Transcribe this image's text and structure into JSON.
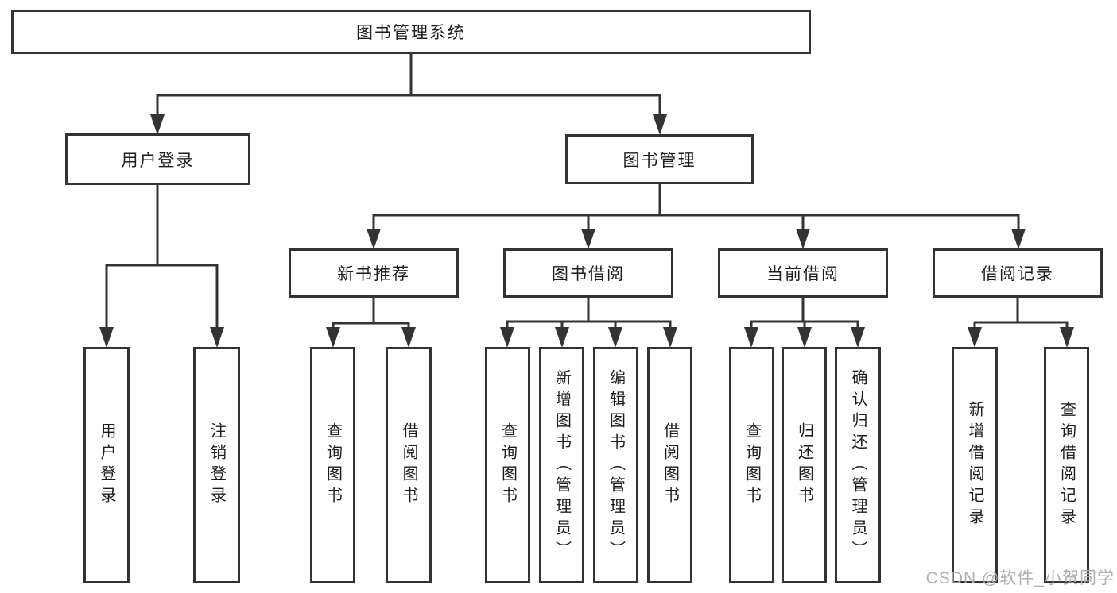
{
  "diagram": {
    "title": "图书管理系统",
    "colors": {
      "line": "#333333",
      "text": "#1d1d1f",
      "watermark": "#acacac"
    },
    "nodes": {
      "root": {
        "label": "图书管理系统"
      },
      "user_login": {
        "label": "用户登录"
      },
      "book_mgmt": {
        "label": "图书管理"
      },
      "new_book_rec": {
        "label": "新书推荐"
      },
      "book_borrow": {
        "label": "图书借阅"
      },
      "current_borrow": {
        "label": "当前借阅"
      },
      "borrow_records": {
        "label": "借阅记录"
      },
      "ul_user_login": {
        "label": "用户登录"
      },
      "ul_logout": {
        "label": "注销登录"
      },
      "nr_query_book": {
        "label": "查询图书"
      },
      "nr_borrow_book": {
        "label": "借阅图书"
      },
      "bb_query_book": {
        "label": "查询图书"
      },
      "bb_add_book": {
        "label": "新增图书（管理员）"
      },
      "bb_edit_book": {
        "label": "编辑图书（管理员）"
      },
      "bb_borrow_book": {
        "label": "借阅图书"
      },
      "cb_query_book": {
        "label": "查询图书"
      },
      "cb_return_book": {
        "label": "归还图书"
      },
      "cb_confirm_return": {
        "label": "确认归还（管理员）"
      },
      "br_add_record": {
        "label": "新增借阅记录"
      },
      "br_query_record": {
        "label": "查询借阅记录"
      }
    },
    "watermark": "CSDN @软件_小贺同学"
  }
}
